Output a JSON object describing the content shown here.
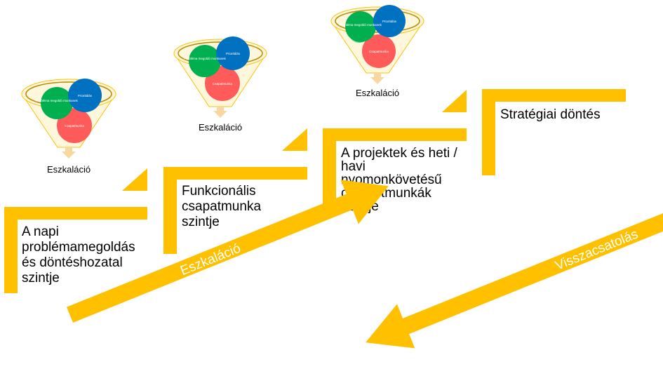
{
  "colors": {
    "accent": "#FFC000",
    "funnel_rim": "#B88A00",
    "green": "#00B050",
    "blue": "#0070C0",
    "red": "#FF5B5B",
    "light_green": "#7ED09A",
    "arrow_down": "#F8D8A0"
  },
  "funnels": [
    {
      "label": "Eszkaláció",
      "circles": {
        "green": "Probléma megoldó munkanek",
        "blue": "Prioritálás",
        "red": "Csapatmunka"
      }
    },
    {
      "label": "Eszkaláció",
      "circles": {
        "green": "Probléma megoldó munkanek",
        "blue": "Prioritálás",
        "red": "Csapatmunka"
      }
    },
    {
      "label": "Eszkaláció",
      "circles": {
        "green": "Probléma megoldó munkanek",
        "blue": "Prioritálás",
        "red": "Csapatmunka"
      }
    }
  ],
  "levels": [
    {
      "lines": [
        "A napi",
        "problémamegoldás",
        "és döntéshozatal",
        "szintje"
      ]
    },
    {
      "lines": [
        "Funkcionális",
        "csapatmunka",
        "szintje"
      ]
    },
    {
      "lines": [
        "A projektek és heti /",
        "havi",
        "nyomonkövetésű",
        "csoportmunkák",
        "szintje"
      ]
    },
    {
      "lines": [
        "Stratégiai döntés"
      ]
    }
  ],
  "arrows": {
    "up": "Eszkaláció",
    "down": "Visszacsatolás"
  }
}
